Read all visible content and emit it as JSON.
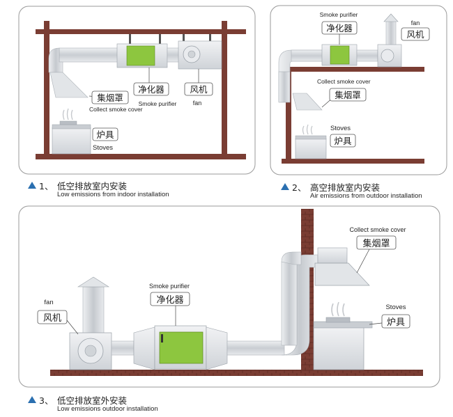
{
  "labels": {
    "hood_zh": "集烟罩",
    "hood_en": "Collect smoke cover",
    "purifier_zh": "净化器",
    "purifier_en": "Smoke purifier",
    "fan_zh": "风机",
    "fan_en": "fan",
    "stove_zh": "炉具",
    "stove_en": "Stoves"
  },
  "captions": [
    {
      "num": "1、",
      "zh": "低空排放室内安装",
      "en": "Low emissions from indoor installation"
    },
    {
      "num": "2、",
      "zh": "高空排放室内安装",
      "en": "Air emissions from outdoor installation"
    },
    {
      "num": "3、",
      "zh": "低空排放室外安装",
      "en": "Low emissions outdoor installation"
    }
  ],
  "colors": {
    "brick": "#7a3d33",
    "duct": "#d8dbdf",
    "unit": "#e3e5e8",
    "filter": "#8dc63f",
    "triangle": "#2a6fb0",
    "panel_border": "#9a9a9a"
  }
}
